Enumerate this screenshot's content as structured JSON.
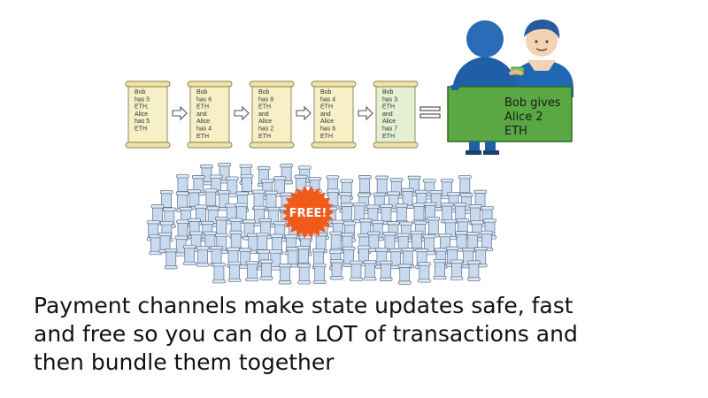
{
  "scrolls": [
    {
      "lines": [
        "Bob",
        "has 5",
        "ETH,",
        "Alice",
        "has 5",
        "ETH"
      ],
      "color": "#f7f0c6"
    },
    {
      "lines": [
        "Bob",
        "has 6",
        "ETH",
        "and",
        "Alice",
        "has 4",
        "ETH"
      ],
      "color": "#f7f0c6"
    },
    {
      "lines": [
        "Bob",
        "has 8",
        "ETH",
        "and",
        "Alice",
        "has 2",
        "ETH"
      ],
      "color": "#f7f0c6"
    },
    {
      "lines": [
        "Bob",
        "has 4",
        "ETH",
        "and",
        "Alice",
        "has 6",
        "ETH"
      ],
      "color": "#f7f0c6"
    },
    {
      "lines": [
        "Bob",
        "has 3",
        "ETH",
        "and",
        "Alice",
        "has 7",
        "ETH"
      ],
      "color": "#e3f0d2"
    }
  ],
  "counter": {
    "text_lines": [
      "Bob gives",
      "Alice 2",
      "ETH"
    ],
    "color": "#5aa843"
  },
  "badge": {
    "text": "FREE!",
    "color": "#f05a1a"
  },
  "stack_scroll_color": "#c9d9ee",
  "caption": {
    "lines": [
      "Payment channels make state updates safe, fast",
      "and free so you can do a LOT of transactions and",
      "then bundle them together"
    ]
  }
}
